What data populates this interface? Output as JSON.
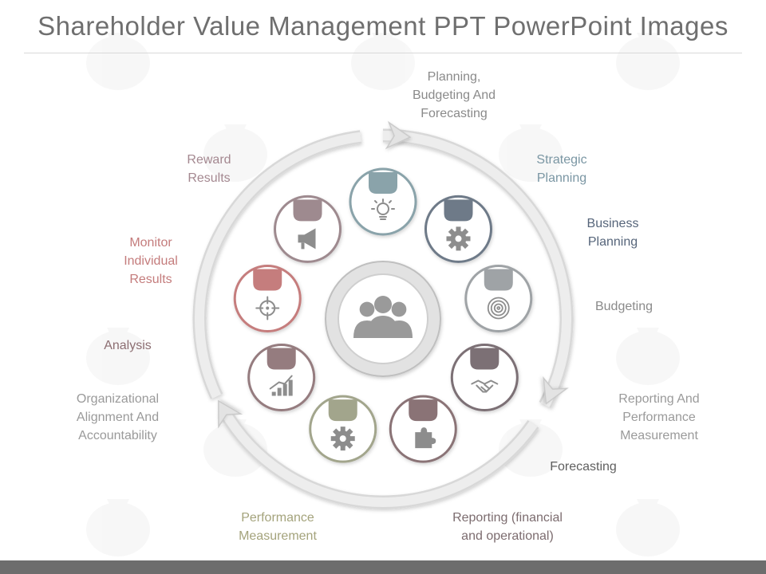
{
  "title": "Shareholder Value Management PPT PowerPoint Images",
  "colors": {
    "title": "#6f6f6f",
    "ring": "#e4e4e4",
    "center": "#9a9a9a"
  },
  "center": {
    "icon": "group-people-icon"
  },
  "nodes": [
    {
      "id": "lightbulb",
      "icon": "lightbulb-icon",
      "color": "#8aa3aa",
      "angle": 0
    },
    {
      "id": "gear-top",
      "icon": "gear-icon",
      "color": "#6e7a88",
      "angle": 40
    },
    {
      "id": "target",
      "icon": "target-icon",
      "color": "#9fa3a6",
      "angle": 80
    },
    {
      "id": "handshake",
      "icon": "handshake-icon",
      "color": "#7c6f75",
      "angle": 120
    },
    {
      "id": "puzzle",
      "icon": "puzzle-icon",
      "color": "#8a7376",
      "angle": 160
    },
    {
      "id": "gear-bottom",
      "icon": "gear-icon",
      "color": "#a2a58c",
      "angle": 200
    },
    {
      "id": "chart",
      "icon": "growth-chart-icon",
      "color": "#957b7f",
      "angle": 240
    },
    {
      "id": "crosshair",
      "icon": "crosshair-icon",
      "color": "#c57d7d",
      "angle": 280
    },
    {
      "id": "megaphone",
      "icon": "megaphone-icon",
      "color": "#9e8a8f",
      "angle": 320
    }
  ],
  "labels": [
    {
      "id": "planning-budgeting",
      "text": "Planning,\nBudgeting And\nForecasting",
      "color": "#8a8a8a"
    },
    {
      "id": "strategic-planning",
      "text": "Strategic\nPlanning",
      "color": "#7a96a3"
    },
    {
      "id": "business-planning",
      "text": "Business\nPlanning",
      "color": "#56657a"
    },
    {
      "id": "budgeting",
      "text": "Budgeting",
      "color": "#8a8a8a"
    },
    {
      "id": "reporting-performance",
      "text": "Reporting And\nPerformance\nMeasurement",
      "color": "#9a9a9a"
    },
    {
      "id": "forecasting",
      "text": "Forecasting",
      "color": "#5f5f5f"
    },
    {
      "id": "reporting-financial",
      "text": "Reporting (financial\nand operational)",
      "color": "#7c6c6f"
    },
    {
      "id": "performance-measurement",
      "text": "Performance\nMeasurement",
      "color": "#a4a37c"
    },
    {
      "id": "organizational",
      "text": "Organizational\nAlignment And\nAccountability",
      "color": "#9a9a9a"
    },
    {
      "id": "analysis",
      "text": "Analysis",
      "color": "#8c6e72"
    },
    {
      "id": "monitor",
      "text": "Monitor\nIndividual\nResults",
      "color": "#c47c7c"
    },
    {
      "id": "reward",
      "text": "Reward\nResults",
      "color": "#a48890"
    }
  ]
}
